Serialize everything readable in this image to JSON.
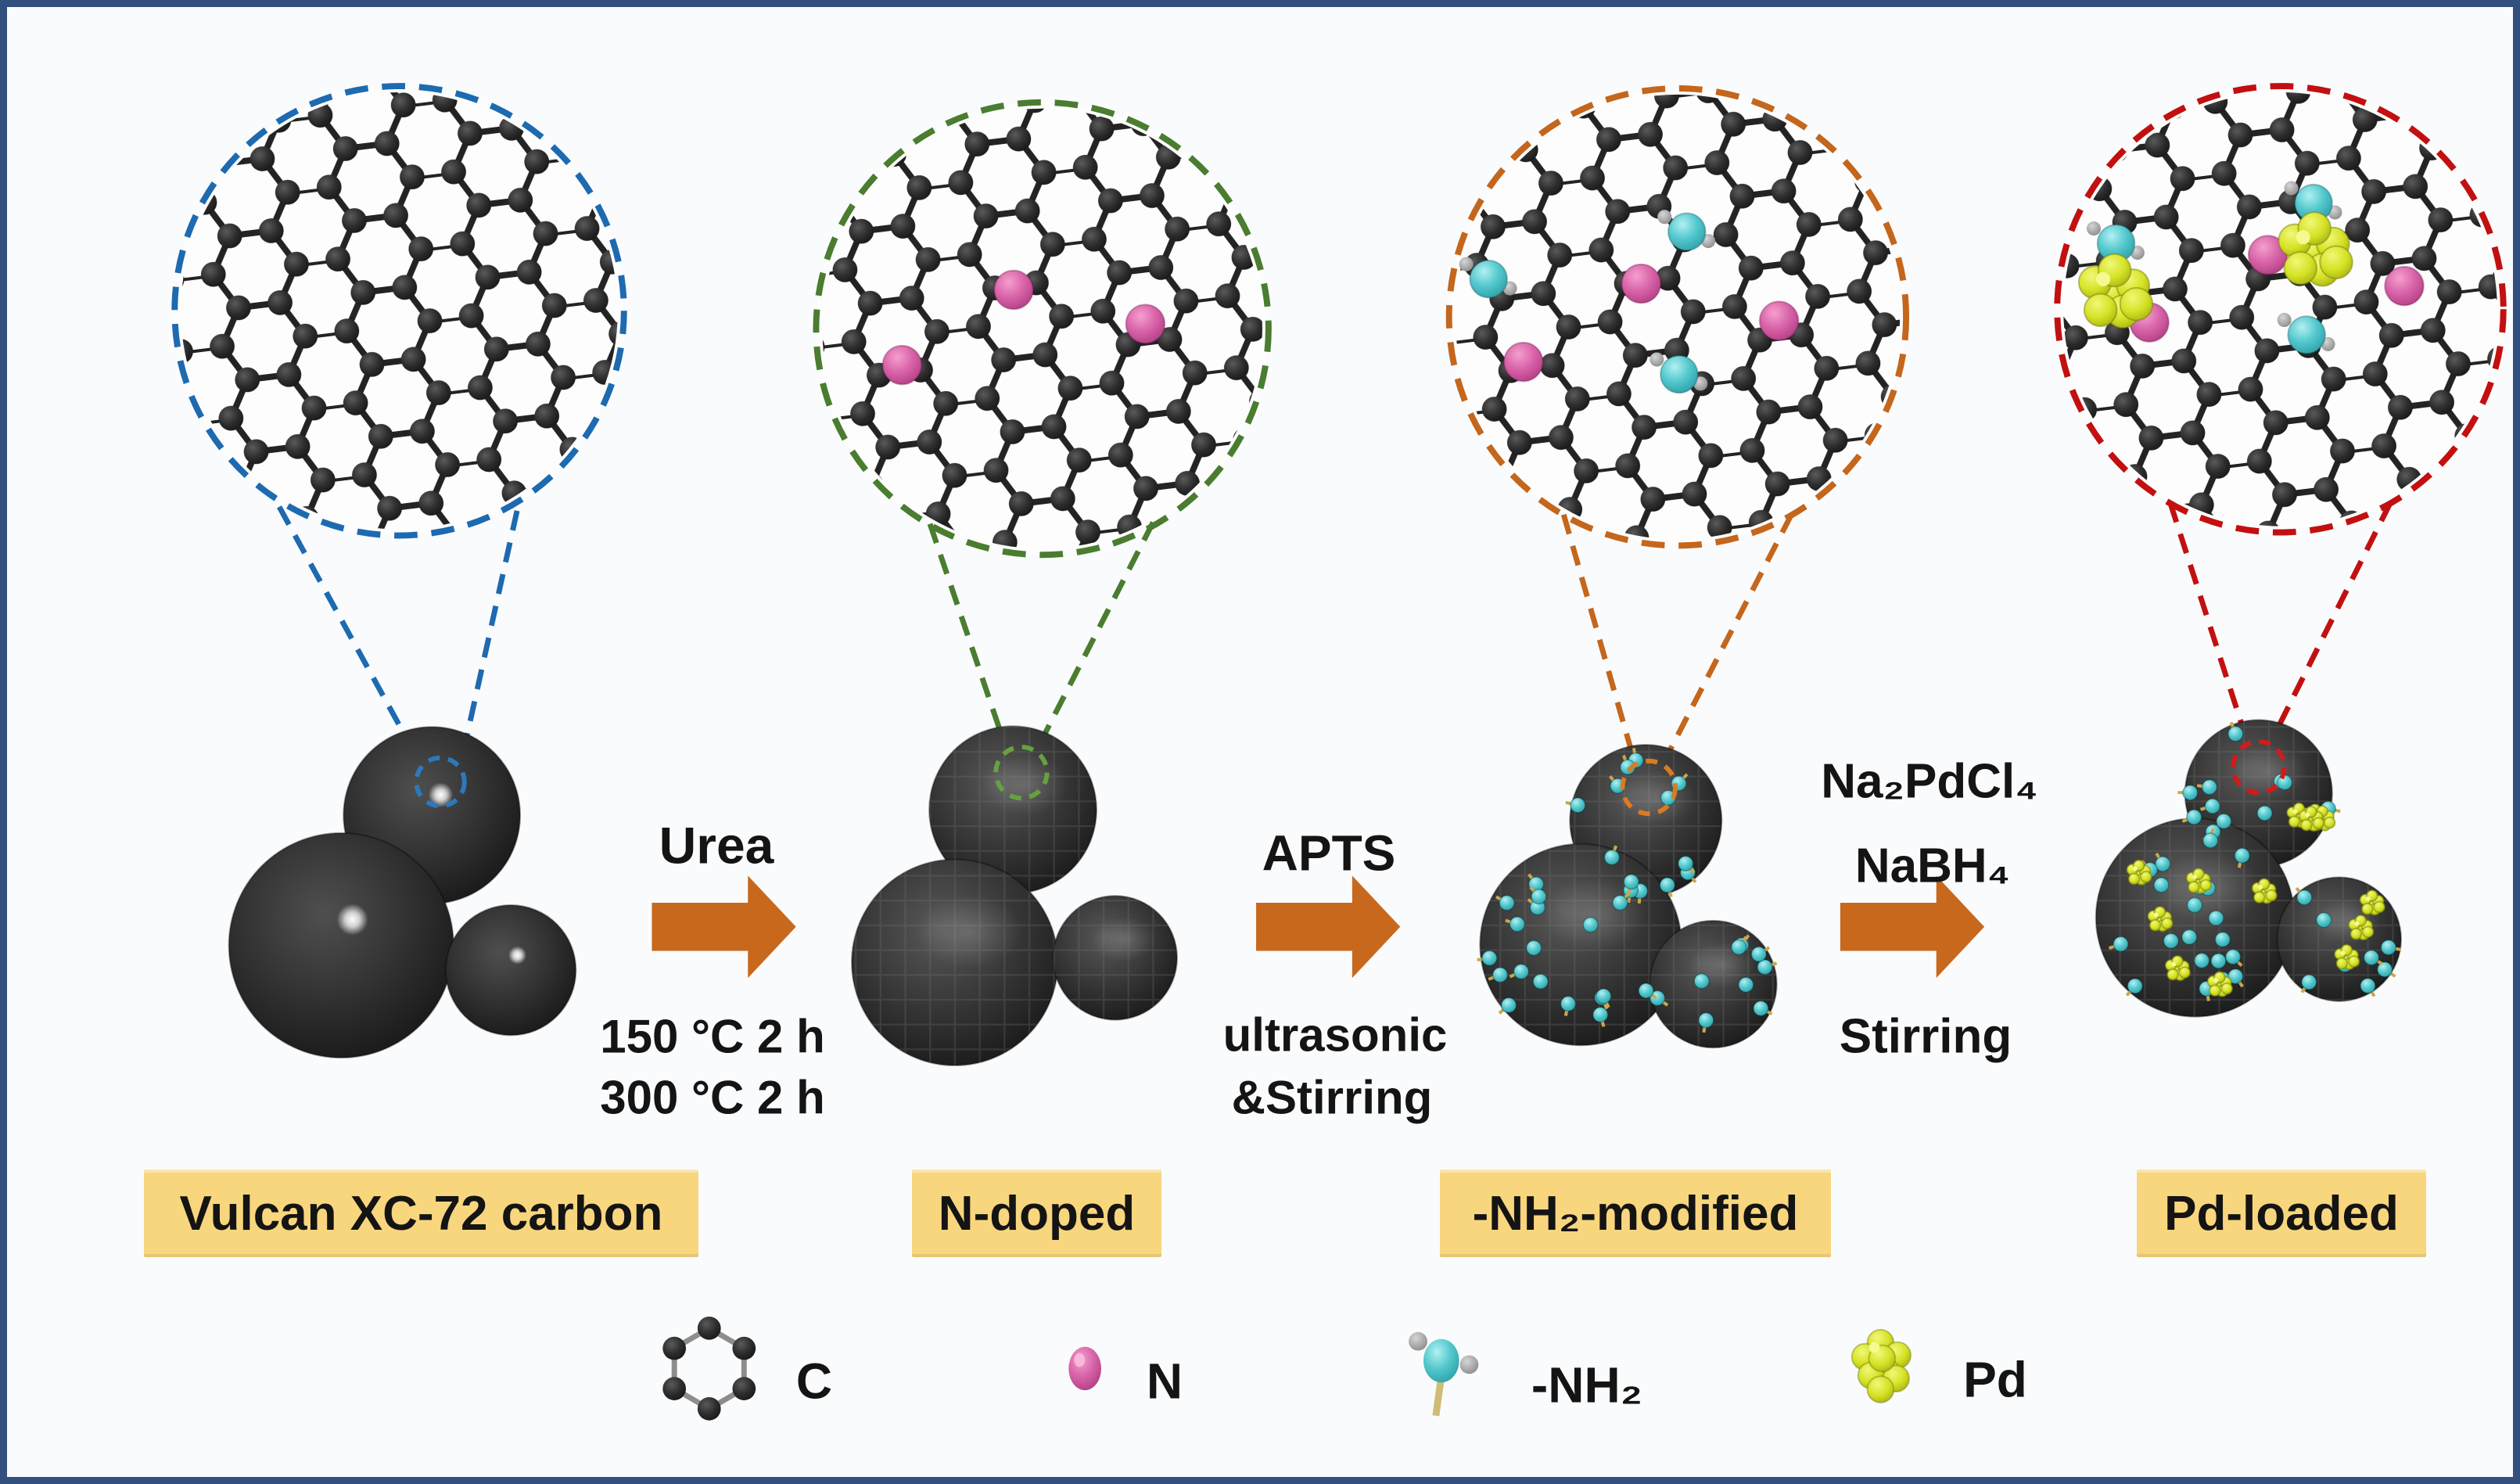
{
  "figure": {
    "type": "synthesis-scheme",
    "frame_color": "#31507f",
    "background": "#fafbfd"
  },
  "stages": [
    {
      "id": "vulcan",
      "label": "Vulcan XC-72 carbon",
      "zoom_color": "#1d6ab0",
      "mini_color": "#2b79bd"
    },
    {
      "id": "n-doped",
      "label": "N-doped",
      "zoom_color": "#4a7d2f",
      "mini_color": "#64a23f"
    },
    {
      "id": "nh2-modified",
      "label": "-NH₂-modified",
      "zoom_color": "#c4661c",
      "mini_color": "#d97b22"
    },
    {
      "id": "pd-loaded",
      "label": "Pd-loaded",
      "zoom_color": "#c21010",
      "mini_color": "#d31a1a"
    }
  ],
  "steps": [
    {
      "lines_above": [
        "Urea"
      ],
      "lines_below": [
        "150 °C 2 h",
        "300 °C 2 h"
      ]
    },
    {
      "lines_above": [
        "APTS"
      ],
      "lines_below": [
        "ultrasonic",
        "&Stirring"
      ]
    },
    {
      "lines_above": [
        "Na₂PdCl₄",
        "NaBH₄"
      ],
      "lines_below": [
        "Stirring"
      ]
    }
  ],
  "legend": {
    "items": [
      {
        "label": "C",
        "icon": "carbon-ring-icon"
      },
      {
        "label": "N",
        "icon": "nitrogen-atom-icon"
      },
      {
        "label": "-NH₂",
        "icon": "amine-group-icon"
      },
      {
        "label": "Pd",
        "icon": "palladium-cluster-icon"
      }
    ]
  },
  "colors": {
    "arrow": "#c8681d",
    "label_box": "#f8d67e",
    "carbon_atom": "#2e2e2e",
    "nitrogen": "#cf5a9d",
    "amine": "#4cc5cb",
    "palladium": "#d6e226",
    "stick": "#c9a84d",
    "frame": "#31507f"
  }
}
